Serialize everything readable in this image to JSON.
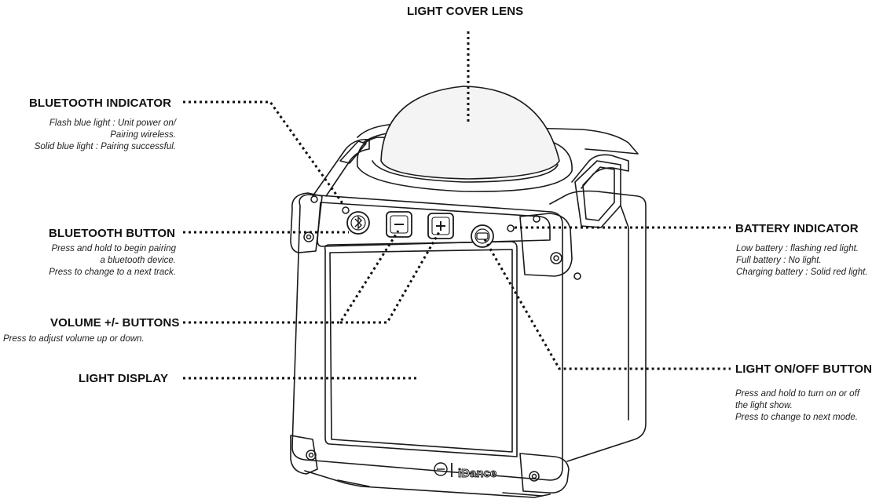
{
  "labels": {
    "light_cover_lens": "LIGHT COVER LENS",
    "bluetooth_indicator": {
      "title": "BLUETOOTH INDICATOR",
      "lines": [
        "Flash blue light : Unit power on/",
        "Pairing wireless.",
        "Solid blue light : Pairing successful."
      ]
    },
    "bluetooth_button": {
      "title": "BLUETOOTH BUTTON",
      "lines": [
        "Press and hold to begin pairing",
        "a bluetooth device.",
        "Press to change to a next track."
      ]
    },
    "volume_buttons": {
      "title": "VOLUME +/- BUTTONS",
      "lines": [
        "Press to adjust volume up or down."
      ]
    },
    "light_display": {
      "title": "LIGHT DISPLAY"
    },
    "battery_indicator": {
      "title": "BATTERY INDICATOR",
      "lines": [
        "Low battery : flashing red light.",
        "Full battery : No light.",
        "Charging battery : Solid red light."
      ]
    },
    "light_onoff_button": {
      "title": "LIGHT ON/OFF BUTTON",
      "lines": [
        "Press and hold to turn on or off",
        "the light show.",
        "Press to change to next mode."
      ]
    }
  },
  "device": {
    "brand": "iDance",
    "buttons": [
      {
        "name": "bluetooth-button",
        "symbol": "bluetooth-icon"
      },
      {
        "name": "volume-down-button",
        "symbol": "minus-icon"
      },
      {
        "name": "volume-up-button",
        "symbol": "plus-icon"
      },
      {
        "name": "light-onoff-button",
        "symbol": "light-icon"
      }
    ]
  },
  "colors": {
    "line": "#1a1a1a",
    "dotted_leader": "#111111",
    "dome_fill": "#f4f4f4",
    "body_fill": "#ffffff"
  }
}
